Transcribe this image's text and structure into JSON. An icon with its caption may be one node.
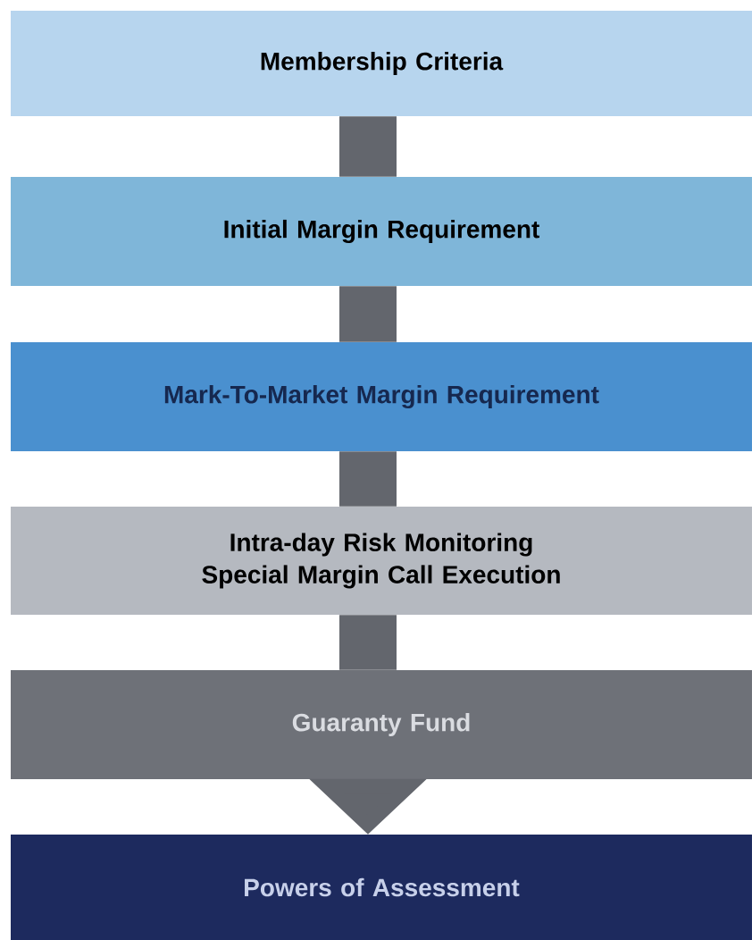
{
  "diagram": {
    "nodes": [
      {
        "text": [
          "Membership Criteria"
        ]
      },
      {
        "text": [
          "Initial Margin Requirement"
        ]
      },
      {
        "text": [
          "Mark-To-Market Margin Requirement"
        ]
      },
      {
        "text": [
          "Intra-day Risk Monitoring Special Margin Call Execution"
        ]
      },
      {
        "text": [
          "Guaranty Fund"
        ]
      },
      {
        "text": [
          "Powers of Assessment"
        ]
      }
    ],
    "edges": [
      {
        "from": 0,
        "to": 1,
        "arrow": "none"
      },
      {
        "from": 1,
        "to": 2,
        "arrow": "none"
      },
      {
        "from": 2,
        "to": 3,
        "arrow": "none"
      },
      {
        "from": 3,
        "to": 4,
        "arrow": "none"
      },
      {
        "from": 4,
        "to": 5,
        "arrow": "to"
      }
    ]
  }
}
